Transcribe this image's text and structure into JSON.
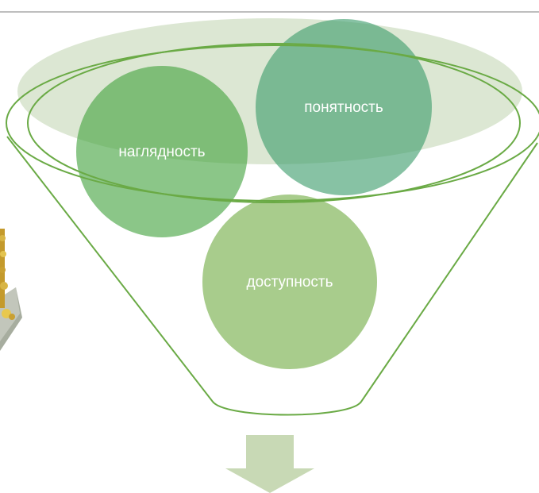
{
  "circles": {
    "naglyadnost": {
      "label": "наглядность",
      "color": "#43a33f"
    },
    "ponyatnost": {
      "label": "понятность",
      "color": "#3e9c6c"
    },
    "dostupnost": {
      "label": "доступность",
      "color": "#a3c986"
    }
  },
  "colors": {
    "funnel_outline": "#6aaa45",
    "top_ellipse_fill": "#dce7d3",
    "arrow": "#c8d9b5",
    "top_rule": "#a8a8a8"
  }
}
